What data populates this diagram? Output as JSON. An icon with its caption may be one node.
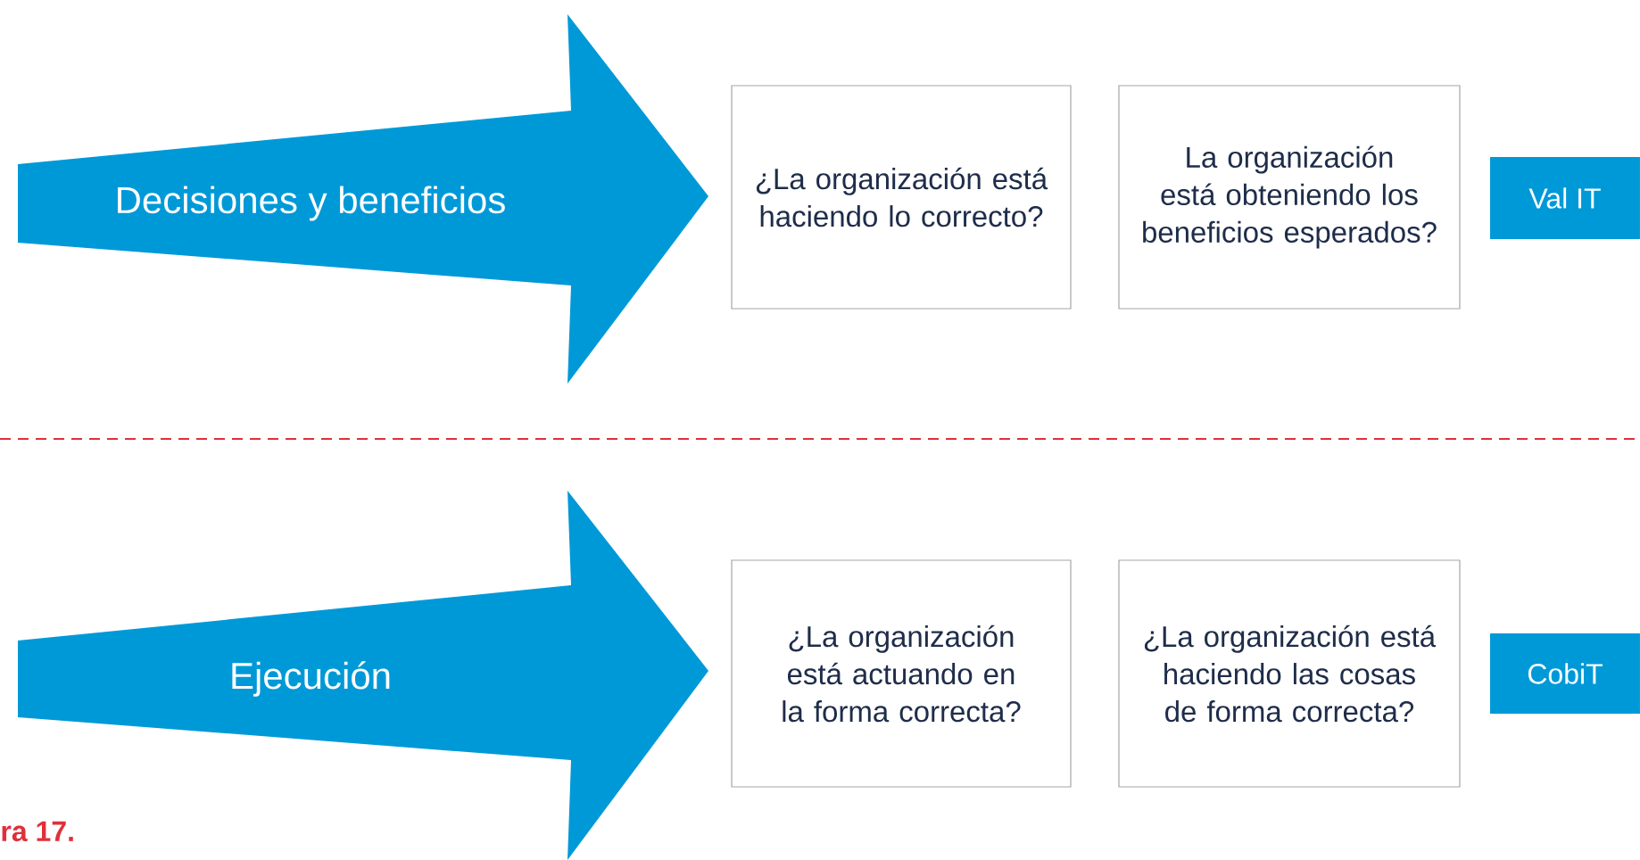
{
  "diagram": {
    "nodes": [
      {
        "text": [
          "Decisiones y beneficios"
        ]
      },
      {
        "text": [
          "¿La organización está haciendo lo correcto?"
        ]
      },
      {
        "text": [
          "La organización está obteniendo los beneficios esperados?"
        ]
      },
      {
        "text": [
          "Val IT"
        ]
      },
      {
        "text": [
          "Ejecución"
        ]
      },
      {
        "text": [
          "¿La organización está actuando en la forma correcta?"
        ]
      },
      {
        "text": [
          "¿La organización está haciendo las cosas de forma correcta?"
        ]
      },
      {
        "text": [
          "CobiT"
        ]
      }
    ],
    "edges": [],
    "labels": [
      "ra 17."
    ]
  }
}
